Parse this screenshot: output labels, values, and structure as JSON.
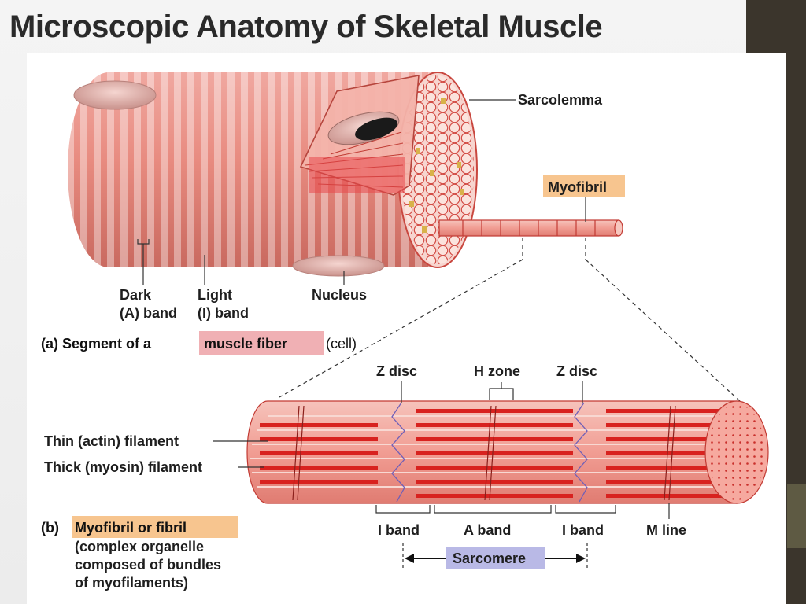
{
  "slide": {
    "title": "Microscopic Anatomy of Skeletal Muscle"
  },
  "colors": {
    "accent_sidebar": "#3b352c",
    "muscle_red": "#e8484a",
    "highlight_peach": "#f7c58f",
    "highlight_pink": "#f0b0b4",
    "highlight_lavender": "#b9b9e6"
  },
  "fiber_labels": {
    "sarcolemma": "Sarcolemma",
    "myofibril": "Myofibril",
    "nucleus": "Nucleus",
    "dark_band_line1": "Dark",
    "dark_band_line2": "(A) band",
    "light_band_line1": "Light",
    "light_band_line2": "(I) band"
  },
  "caption_a": {
    "prefix": "(a) Segment of a",
    "highlight": "muscle fiber",
    "suffix": "(cell)"
  },
  "myofibril_labels": {
    "z_disc_left": "Z disc",
    "h_zone": "H zone",
    "z_disc_right": "Z disc",
    "thin_filament": "Thin (actin) filament",
    "thick_filament": "Thick (myosin) filament",
    "i_band_left": "I band",
    "a_band": "A band",
    "i_band_right": "I band",
    "m_line": "M line",
    "sarcomere": "Sarcomere"
  },
  "caption_b": {
    "prefix": "(b)",
    "highlight": "Myofibril or fibril",
    "line2": "(complex organelle",
    "line3": "composed of bundles",
    "line4": "of myofilaments)"
  }
}
